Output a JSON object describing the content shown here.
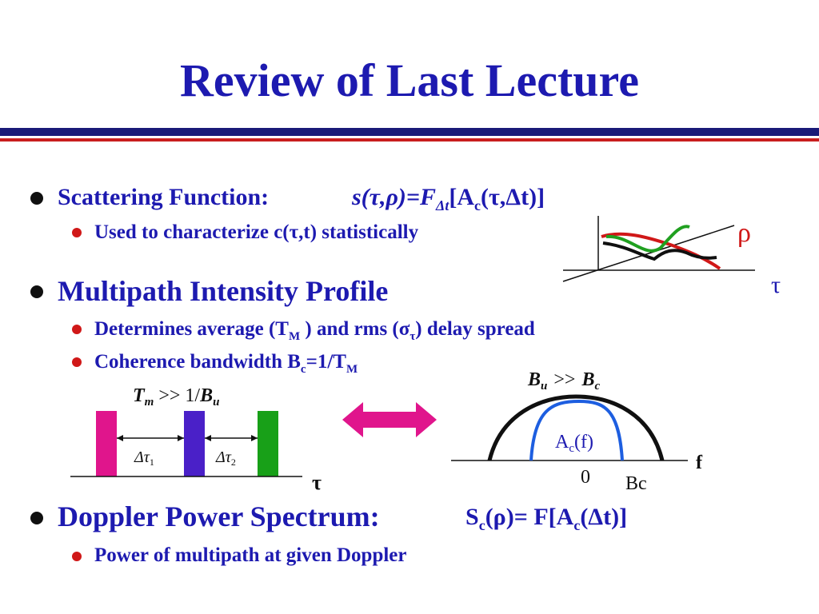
{
  "slide": {
    "title": "Review of Last Lecture",
    "bullets": {
      "scattering": {
        "label": "Scattering Function:",
        "formula_lhs": "s(τ,ρ)=F",
        "formula_sub": "Δt",
        "formula_a": "[A",
        "formula_a_sub": "c",
        "formula_rest": "(τ,Δt)]",
        "sub_text": "Used to characterize c(τ,t) statistically"
      },
      "multipath": {
        "label": "Multipath Intensity Profile",
        "sub1_a": "Determines average (T",
        "sub1_a_sub": "M",
        "sub1_b": " ) and rms (σ",
        "sub1_b_sub": "τ",
        "sub1_c": ") delay spread",
        "sub2_a": "Coherence bandwidth B",
        "sub2_a_sub": "c",
        "sub2_b": "=1/T",
        "sub2_b_sub": "M"
      },
      "doppler": {
        "label": "Doppler Power Spectrum:",
        "formula_a": "S",
        "formula_a_sub": "c",
        "formula_b": "(ρ)= F[A",
        "formula_b_sub": "c",
        "formula_c": "(Δt)]",
        "sub_text": "Power of multipath at given Doppler"
      }
    },
    "diagram_3d": {
      "axis_rho": "ρ",
      "axis_tau": "τ"
    },
    "diagram_delay": {
      "cond_T": "T",
      "cond_T_sub": "m",
      "cond_rel": ">> 1/",
      "cond_B": "B",
      "cond_B_sub": "u",
      "delta1": "Δτ",
      "delta1_sub": "1",
      "delta2": "Δτ",
      "delta2_sub": "2",
      "axis_label": "τ"
    },
    "diagram_freq": {
      "cond_B1": "B",
      "cond_B1_sub": "u",
      "cond_rel": ">>",
      "cond_B2": "B",
      "cond_B2_sub": "c",
      "curve_label": "A",
      "curve_label_sub": "c",
      "curve_label_rest": "(f)",
      "axis_label": "f",
      "tick_zero": "0",
      "tick_bc": "Bc"
    },
    "colors": {
      "title_blue": "#1d1ab0",
      "rule_blue": "#1a1a78",
      "rule_red": "#c81e1e",
      "bar_magenta": "#e0158c",
      "bar_purple": "#4a20c8",
      "bar_green": "#18a018",
      "arrow_pink": "#e0158c",
      "curve_blue": "#1d5ee0",
      "curve_red": "#d01818",
      "curve_green": "#20a020"
    }
  }
}
